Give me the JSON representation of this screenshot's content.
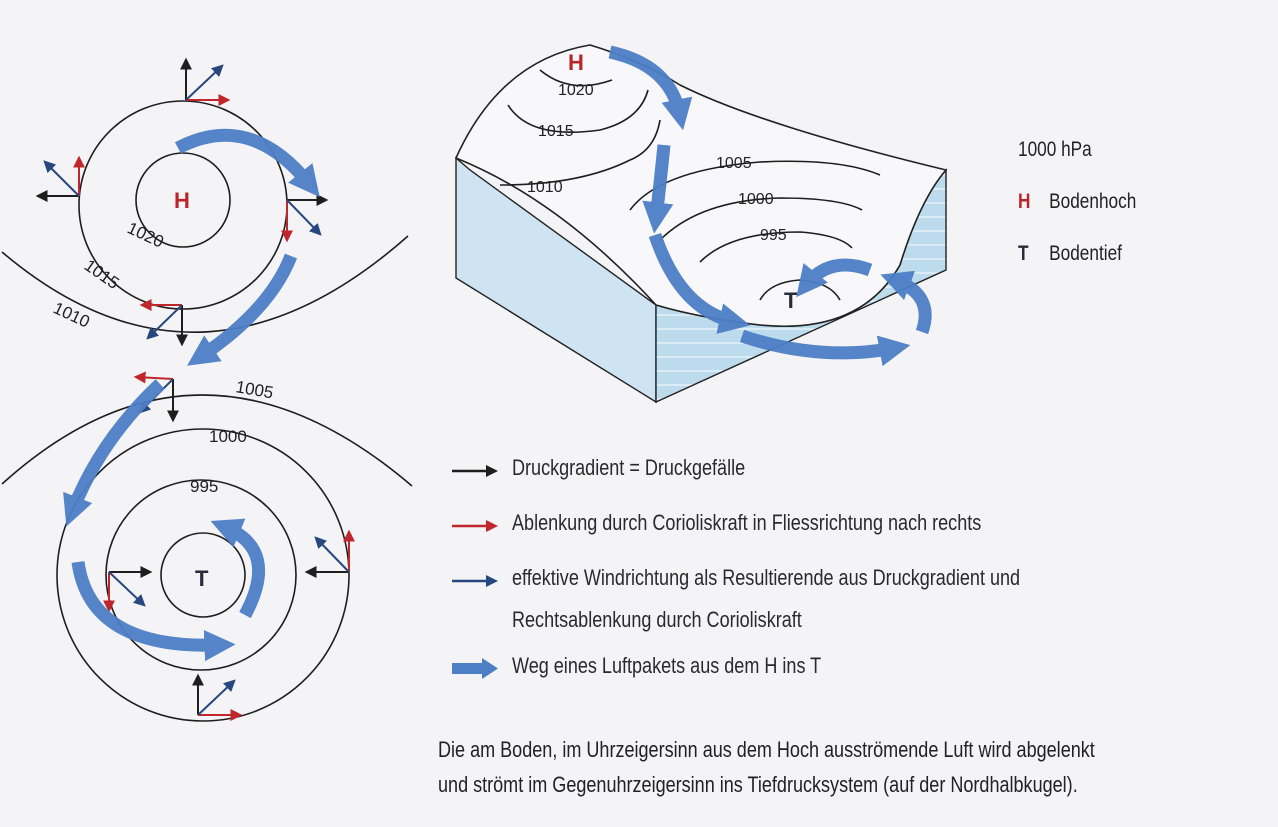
{
  "top_system": {
    "center": "H",
    "isobars": [
      "1020",
      "1015",
      "1010"
    ]
  },
  "bottom_system": {
    "center": "T",
    "isobars": [
      "1005",
      "1000",
      "995"
    ]
  },
  "block": {
    "high_center": "H",
    "low_center": "T",
    "isobars": [
      "1020",
      "1015",
      "1010",
      "1005",
      "1000",
      "995"
    ]
  },
  "key": {
    "unit": "1000 hPa",
    "items": [
      {
        "symbol": "H",
        "label": "Bodenhoch",
        "color": "#b8262a"
      },
      {
        "symbol": "T",
        "label": "Bodentief",
        "color": "#2b2a3a"
      }
    ]
  },
  "legend": [
    {
      "icon": "black-arrow-icon",
      "color": "#1e1e1e",
      "text": "Druckgradient = Druckgefälle"
    },
    {
      "icon": "red-arrow-icon",
      "color": "#c0272d",
      "text": "Ablenkung durch Corioliskraft in Fliessrichtung nach rechts"
    },
    {
      "icon": "blue-arrow-icon",
      "color": "#27477f",
      "text": "effektive Windrichtung als Resultierende aus Druckgradient und",
      "text2": "Rechtsablenkung durch Corioliskraft"
    },
    {
      "icon": "wide-blue-arrow-icon",
      "color": "#4d7fc6",
      "text": "Weg eines Luftpakets aus dem H ins T"
    }
  ],
  "caption": [
    "Die am Boden, im Uhrzeigersinn aus dem Hoch ausströmende Luft wird abgelenkt",
    "und strömt im Gegenuhrzeigersinn ins Tiefdrucksystem (auf der Nordhalbkugel)."
  ]
}
